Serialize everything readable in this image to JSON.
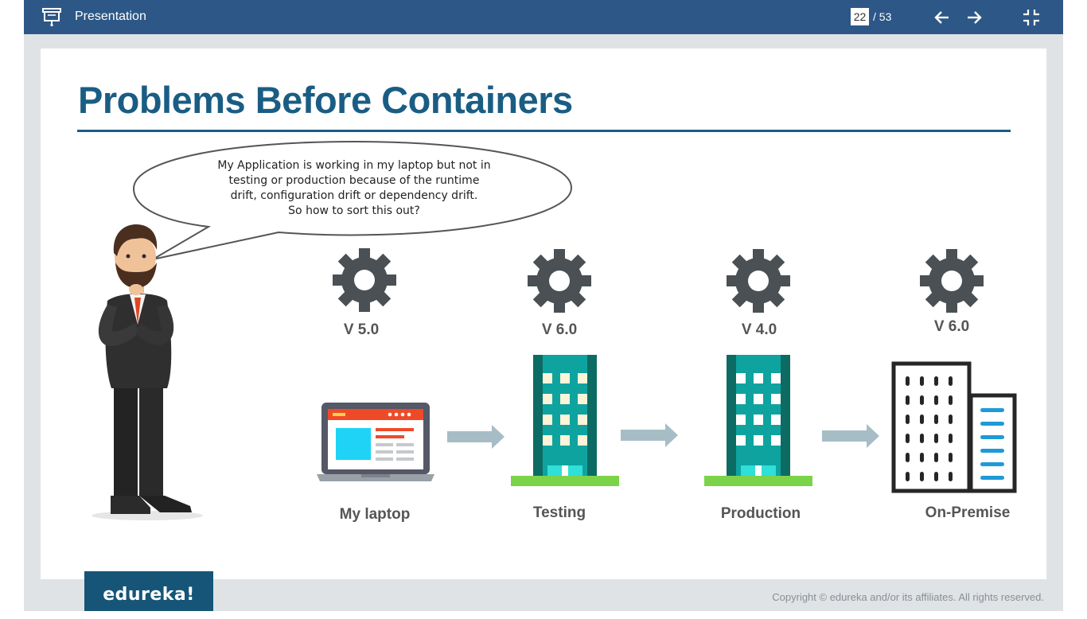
{
  "toolbar": {
    "title": "Presentation",
    "current_page": "22",
    "total_pages": "/ 53",
    "icons": {
      "presentation": "presentation-board-icon",
      "prev": "arrow-left-icon",
      "next": "arrow-right-icon",
      "exit_fullscreen": "exit-fullscreen-icon"
    }
  },
  "slide": {
    "title": "Problems Before Containers",
    "speech": [
      "My Application is working in my laptop but not in",
      "testing or production because of the runtime",
      "drift, configuration drift or dependency drift.",
      "So how to sort this out?"
    ],
    "stages": [
      {
        "version": "V 5.0",
        "label": "My laptop",
        "icon": "laptop-icon"
      },
      {
        "version": "V 6.0",
        "label": "Testing",
        "icon": "building-icon"
      },
      {
        "version": "V 4.0",
        "label": "Production",
        "icon": "building-icon"
      },
      {
        "version": "V 6.0",
        "label": "On-Premise",
        "icon": "office-buildings-icon"
      }
    ],
    "brand": "edureka!",
    "copyright": "Copyright © edureka and/or its affiliates. All rights reserved."
  },
  "colors": {
    "toolbar_bg": "#2d5786",
    "title": "#1a5d84",
    "gear": "#4a5053",
    "building_teal": "#0fa3a0",
    "building_dark": "#0c6b63",
    "ground_green": "#7bd34a",
    "logo_bg": "#165577"
  }
}
